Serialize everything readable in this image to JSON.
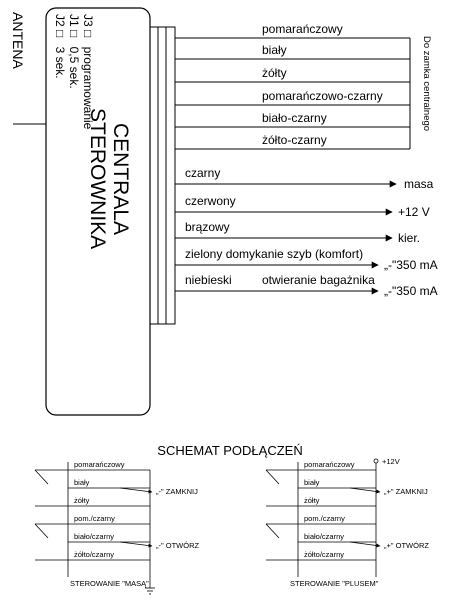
{
  "controller": {
    "antenna_label": "ANTENA",
    "title_line1": "CENTRALA",
    "title_line2": "STEROWNIKA",
    "jumpers": [
      {
        "id": "J2",
        "symbol": "□",
        "desc": "3 sek."
      },
      {
        "id": "J1",
        "symbol": "□",
        "desc": "0,5 sek."
      },
      {
        "id": "J3",
        "symbol": "□",
        "desc": "programowanie"
      }
    ]
  },
  "lock_group": {
    "wires": [
      "pomarańczowy",
      "biały",
      "żółty",
      "pomarańczowo-czarny",
      "biało-czarny",
      "żółto-czarny"
    ],
    "side_label": "Do zamka centralnego"
  },
  "outputs": [
    {
      "wire": "czarny",
      "destination": "masa"
    },
    {
      "wire": "czerwony",
      "destination": "+12 V"
    },
    {
      "wire": "brązowy",
      "destination": "kier."
    },
    {
      "wire": "zielony domykanie szyb (komfort)",
      "destination": "„-\"350 mA"
    },
    {
      "wire": "niebieski",
      "function": "otwieranie bagażnika",
      "destination": "„-\"350 mA"
    }
  ],
  "schematic": {
    "title": "SCHEMAT PODŁĄCZEŃ",
    "left": {
      "wires": [
        "pomarańczowy",
        "biały",
        "żółty",
        "pom./czarny",
        "biało/czarny",
        "żółto/czarny"
      ],
      "close_label": "„-\" ZAMKNIJ",
      "open_label": "„-\" OTWÓRZ",
      "caption": "STEROWANIE \"MASĄ\""
    },
    "right": {
      "supply": "+12V",
      "wires": [
        "pomarańczowy",
        "biały",
        "żółty",
        "pom./czarny",
        "biało/czarny",
        "żółto/czarny"
      ],
      "close_label": "„+\" ZAMKNIJ",
      "open_label": "„+\" OTWÓRZ",
      "caption": "STEROWANIE \"PLUSEM\""
    }
  }
}
